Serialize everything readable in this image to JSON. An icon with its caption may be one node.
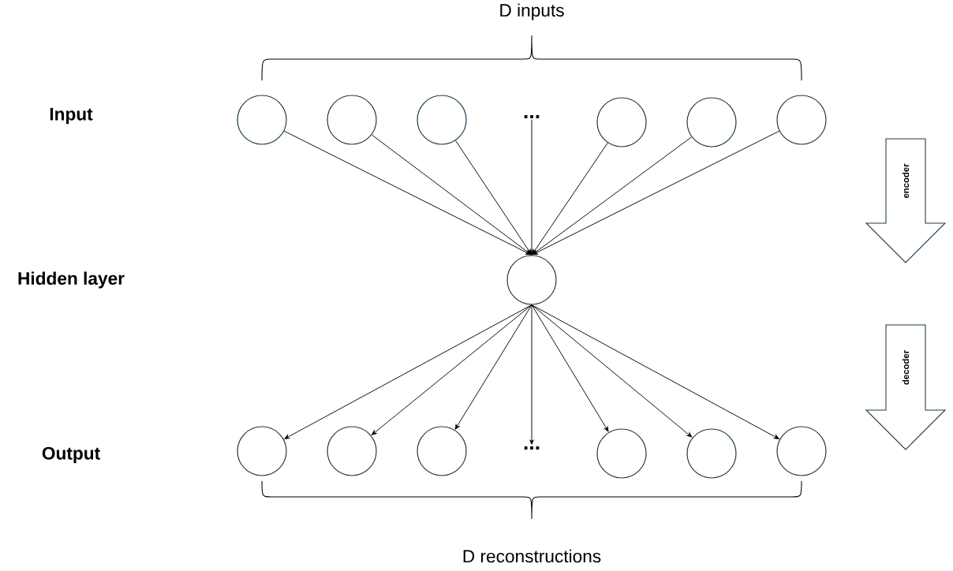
{
  "diagram": {
    "nodes": [
      {
        "text": [],
        "shape": "circle"
      },
      {
        "text": [],
        "shape": "circle"
      },
      {
        "text": [],
        "shape": "circle"
      },
      {
        "text": [
          "..."
        ]
      },
      {
        "text": [],
        "shape": "circle"
      },
      {
        "text": [],
        "shape": "circle"
      },
      {
        "text": [],
        "shape": "circle"
      },
      {
        "text": [],
        "shape": "circle"
      },
      {
        "text": [],
        "shape": "circle"
      },
      {
        "text": [],
        "shape": "circle"
      },
      {
        "text": [],
        "shape": "circle"
      },
      {
        "text": [
          "..."
        ]
      },
      {
        "text": [],
        "shape": "circle"
      },
      {
        "text": [],
        "shape": "circle"
      },
      {
        "text": [],
        "shape": "circle"
      },
      {
        "text": [
          "encoder"
        ]
      },
      {
        "text": [
          "decoder"
        ]
      }
    ],
    "edges": [
      {
        "from": 0,
        "to": 7,
        "arrow": "to"
      },
      {
        "from": 1,
        "to": 7,
        "arrow": "to"
      },
      {
        "from": 2,
        "to": 7,
        "arrow": "to"
      },
      {
        "from": 3,
        "to": 7,
        "arrow": "to"
      },
      {
        "from": 4,
        "to": 7,
        "arrow": "to"
      },
      {
        "from": 5,
        "to": 7,
        "arrow": "to"
      },
      {
        "from": 6,
        "to": 7,
        "arrow": "to"
      },
      {
        "from": 7,
        "to": 8,
        "arrow": "to"
      },
      {
        "from": 7,
        "to": 9,
        "arrow": "to"
      },
      {
        "from": 7,
        "to": 10,
        "arrow": "to"
      },
      {
        "from": 7,
        "to": 11,
        "arrow": "to"
      },
      {
        "from": 7,
        "to": 12,
        "arrow": "to"
      },
      {
        "from": 7,
        "to": 13,
        "arrow": "to"
      },
      {
        "from": 7,
        "to": 14,
        "arrow": "to"
      }
    ],
    "labels": [
      "D inputs",
      "Input",
      "Hidden layer",
      "Output",
      "D reconstructions"
    ]
  }
}
